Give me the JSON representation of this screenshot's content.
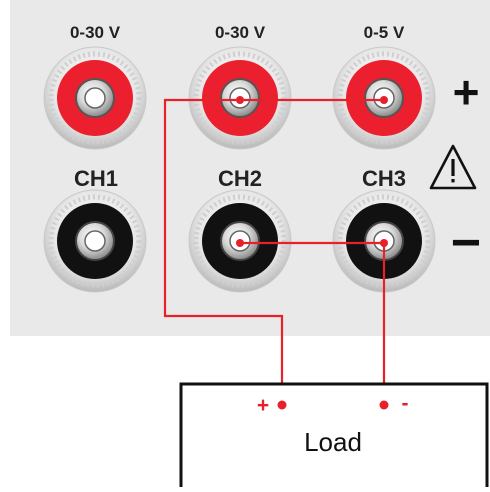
{
  "panel": {
    "channels": [
      {
        "range": "0-30 V",
        "name": "CH1"
      },
      {
        "range": "0-30 V",
        "name": "CH2"
      },
      {
        "range": "0-5 V",
        "name": "CH3"
      }
    ],
    "positive_symbol": "+",
    "negative_symbol": "−",
    "warning_icon": "warning-triangle-icon"
  },
  "load": {
    "label": "Load",
    "positive_terminal_label": "+",
    "negative_terminal_label": "-"
  },
  "colors": {
    "panel": "#e9e9e9",
    "wire": "#e8202a",
    "red_jack": "#ec1f2e",
    "black_jack": "#111111"
  }
}
